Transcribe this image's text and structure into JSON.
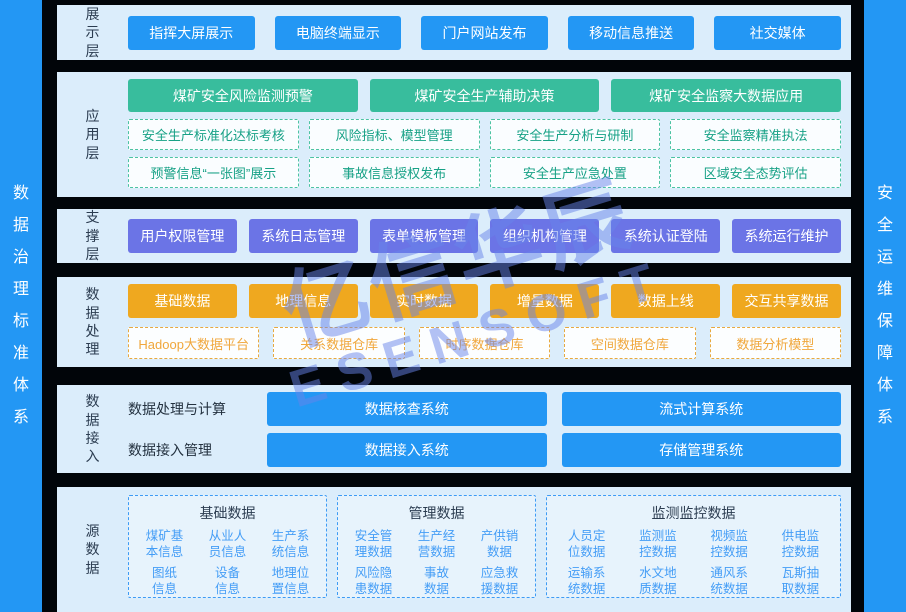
{
  "colors": {
    "background": "#010509",
    "panel": "#dbedfb",
    "blue": "#2397f4",
    "green": "#38bd9d",
    "green_text": "#17a186",
    "purple": "#6b74e6",
    "orange": "#efa81f",
    "orange_text": "#f0a73c",
    "source_text": "#449df6",
    "dark_text": "#2b3c50"
  },
  "left_bar": {
    "label": "数据治理标准体系"
  },
  "right_bar": {
    "label": "安全运维保障体系"
  },
  "watermark": {
    "line1": "亿信华辰",
    "line2": "ESENSOFT"
  },
  "layers": {
    "display": {
      "label": "展示层",
      "items": [
        "指挥大屏展示",
        "电脑终端显示",
        "门户网站发布",
        "移动信息推送",
        "社交媒体"
      ]
    },
    "application": {
      "label": "应用层",
      "primary": [
        "煤矿安全风险监测预警",
        "煤矿安全生产辅助决策",
        "煤矿安全监察大数据应用"
      ],
      "row2": [
        "安全生产标准化达标考核",
        "风险指标、模型管理",
        "安全生产分析与研制",
        "安全监察精准执法"
      ],
      "row3": [
        "预警信息“一张图”展示",
        "事故信息授权发布",
        "安全生产应急处置",
        "区域安全态势评估"
      ]
    },
    "support": {
      "label": "支撑层",
      "items": [
        "用户权限管理",
        "系统日志管理",
        "表单模板管理",
        "组织机构管理",
        "系统认证登陆",
        "系统运行维护"
      ]
    },
    "processing": {
      "label": "数据处理",
      "solid": [
        "基础数据",
        "地理信息",
        "实时数据",
        "增量数据",
        "数据上线",
        "交互共享数据"
      ],
      "dashed": [
        "Hadoop大数据平台",
        "关系数据仓库",
        "时序数据仓库",
        "空间数据仓库",
        "数据分析模型"
      ]
    },
    "access": {
      "label": "数据接入",
      "rows": [
        {
          "label": "数据处理与计算",
          "buttons": [
            "数据核查系统",
            "流式计算系统"
          ]
        },
        {
          "label": "数据接入管理",
          "buttons": [
            "数据接入系统",
            "存储管理系统"
          ]
        }
      ]
    },
    "source": {
      "label": "源数据",
      "groups": [
        {
          "title": "基础数据",
          "items": [
            "煤矿基\n本信息",
            "从业人\n员信息",
            "生产系\n统信息",
            "图纸\n信息",
            "设备\n信息",
            "地理位\n置信息"
          ]
        },
        {
          "title": "管理数据",
          "items": [
            "安全管\n理数据",
            "生产经\n营数据",
            "产供销\n数据",
            "风险隐\n患数据",
            "事故\n数据",
            "应急救\n援数据"
          ]
        },
        {
          "title": "监测监控数据",
          "items": [
            "人员定\n位数据",
            "监测监\n控数据",
            "视频监\n控数据",
            "供电监\n控数据",
            "运输系\n统数据",
            "水文地\n质数据",
            "通风系\n统数据",
            "瓦斯抽\n取数据"
          ]
        }
      ]
    }
  }
}
